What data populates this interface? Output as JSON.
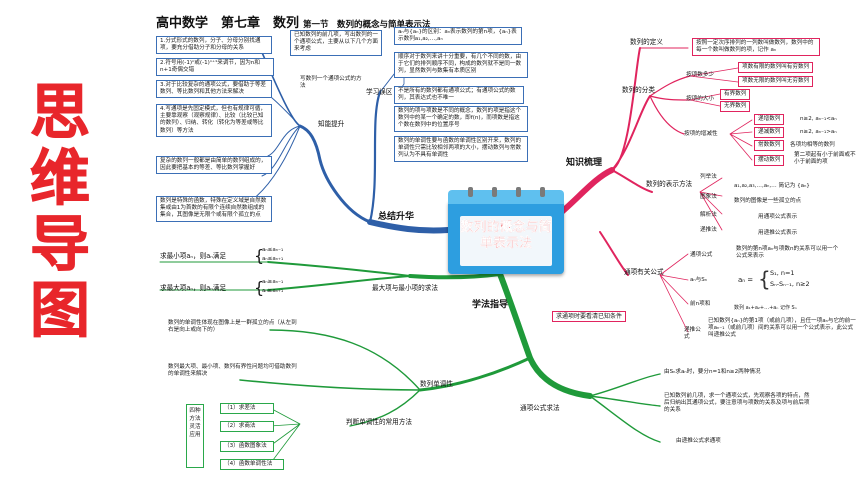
{
  "title": {
    "main": "高中数学　第七章　数列",
    "section": "第一节　数列的概念与简单表示法"
  },
  "side_title": "思维导图",
  "center_label": "数列的概念与简单表示法",
  "branches": {
    "knowledge": "知识梳理",
    "summary": "总结升华",
    "method": "学法指导"
  },
  "knowledge": {
    "def": {
      "label": "数列的定义",
      "desc": "按照一定次序排列的一列数叫做数列，数列中的每一个数叫做数列的项，记作 aₙ"
    },
    "classify": {
      "label": "数列的分类",
      "by_count": {
        "label": "按项数多少",
        "items": [
          "项数有限的数列叫有穷数列",
          "项数无限的数列叫无穷数列"
        ]
      },
      "by_size": {
        "label": "按项的大小",
        "items": [
          "有界数列",
          "无界数列"
        ]
      },
      "by_trend": {
        "label": "按项的增减性",
        "items": [
          {
            "k": "递增数列",
            "v": "n≥2, aₙ₋₁<aₙ"
          },
          {
            "k": "递减数列",
            "v": "n≥2, aₙ₋₁>aₙ"
          },
          {
            "k": "常数数列",
            "v": "各项均相等的数列"
          },
          {
            "k": "摆动数列",
            "v": "第二项起有小于前面或不小于前面的项"
          }
        ]
      }
    },
    "represent": {
      "label": "数列的表示方法",
      "items": [
        {
          "k": "列举法",
          "v": "a₁,a₂,a₃,…,aₙ,… 简记为 {aₙ}"
        },
        {
          "k": "图象法",
          "v": "数列的图像是一些孤立的点"
        },
        {
          "k": "解析法",
          "v": "用通项公式表示"
        },
        {
          "k": "递推法",
          "v": "用递推公式表示"
        }
      ]
    },
    "formula": {
      "label": "通项有关公式",
      "general": {
        "k": "通项公式",
        "v": "数列的第n项aₙ与项数n的关系可以用一个公式来表示"
      },
      "an_sn": {
        "k": "aₙ与Sₙ",
        "v1": "S₁, n=1",
        "v2": "Sₙ-Sₙ₋₁, n≥2",
        "lead": "aₙ ="
      },
      "sum": {
        "k": "前n项和",
        "v": "数列 a₁+a₂+…+aₙ 记作 Sₙ"
      },
      "recur": {
        "k": "递推公式",
        "v": "已知数列{aₙ}的第1项（或前几项），且任一项aₙ与它的前一项aₙ₋₁（或前几项）间的关系可以用一个公式表示，此公式叫递推公式"
      }
    },
    "note": "求通项时要看清已知条件"
  },
  "summary": {
    "improve": {
      "label": "知能提升",
      "items": [
        "1.分式形式的数列，分子、分母分别找通项，要充分借助分子和分母的关系",
        "2.符号用(-1)ⁿ或(-1)ⁿ⁺¹来调节，因为n和n+1奇偶交错",
        "3.对于比较复杂的通项公式，要借助于等差数列、等比数列和其他方法来解决",
        "4.写通项是先固定模式，但也有规律可循，主要靠观察（观察规律）、比较（比较已知的数列）、归纳、转化（转化为等差或等比数列）等方法",
        "复杂的数列一般都是由简单的数列组成的，因此要把基本的等差、等比数列掌握好",
        "数列是特殊的函数，特殊在定义域是自然数集或由1为首数的有限个连续自然数组成的集合，其图像是无限个或有限个孤立的点"
      ]
    },
    "write": {
      "label": "写数列一个通项公式的方法",
      "desc": "已知数列的前几项，写出数列的一个通项公式，主要从以下几个方面来考虑"
    },
    "mistake": {
      "label": "学习误区",
      "items": [
        "aₙ与{aₙ}的区别：aₙ表示数列的第n项，{aₙ}表示数列a₁,a₂,…,aₙ",
        "顺序对于数列来讲十分重要，有几个不同的数，由于它们的排列顺序不同，构成的数列就不是同一数列，显然数列与数集有本质区别",
        "不是所有的数列都有通项公式；有通项公式的数列，其表达式也不唯一",
        "数列的项与项数是不同的概念，数列的项是指这个数列中的某一个确定的数，即f(n)，而项数是指这个数在数列中的位置序号",
        "数列的单调性要与函数的单调性区别开来，数列的单调性只需比较相邻两项的大小，摆动数列与常数列认为不具有单调性"
      ]
    }
  },
  "method": {
    "extreme": {
      "label": "最大项与最小项的求法",
      "min": {
        "k": "求最小项aₙ，则aₙ满足",
        "v1": "aₙ≤aₙ₋₁",
        "v2": "aₙ≤aₙ₊₁"
      },
      "max": {
        "k": "求最大项aₙ，则aₙ满足",
        "v1": "aₙ≥aₙ₋₁",
        "v2": "aₙ≥aₙ₊₁"
      }
    },
    "mono": {
      "label": "数列单调性",
      "items": [
        "数列的单调性体现在图像上是一群孤立的点（从左到右是向上或向下的）",
        "数列最大项、最小项、数列有界性问题均可借助数列的单调性来解决"
      ],
      "judge": {
        "label": "判断单调性的常用方法",
        "side": "四种方法灵活应用",
        "items": [
          "（1）求差法",
          "（2）求商法",
          "（3）函数图象法",
          "（4）函数单调性法"
        ]
      }
    },
    "general": {
      "label": "通项公式求法",
      "items": [
        "由Sₙ求aₙ时，要分n=1和n≥2两种情况",
        "已知数列前几项，求一个通项公式，先观察各项的特点，然后归纳出其通项公式，要注意项与项数的关系及项与前后项的关系",
        "由递推公式求通项"
      ]
    }
  },
  "colors": {
    "knowledge": "#e0245e",
    "summary": "#3b6fb6",
    "method": "#2aa84a",
    "accent": "#e8262b"
  }
}
